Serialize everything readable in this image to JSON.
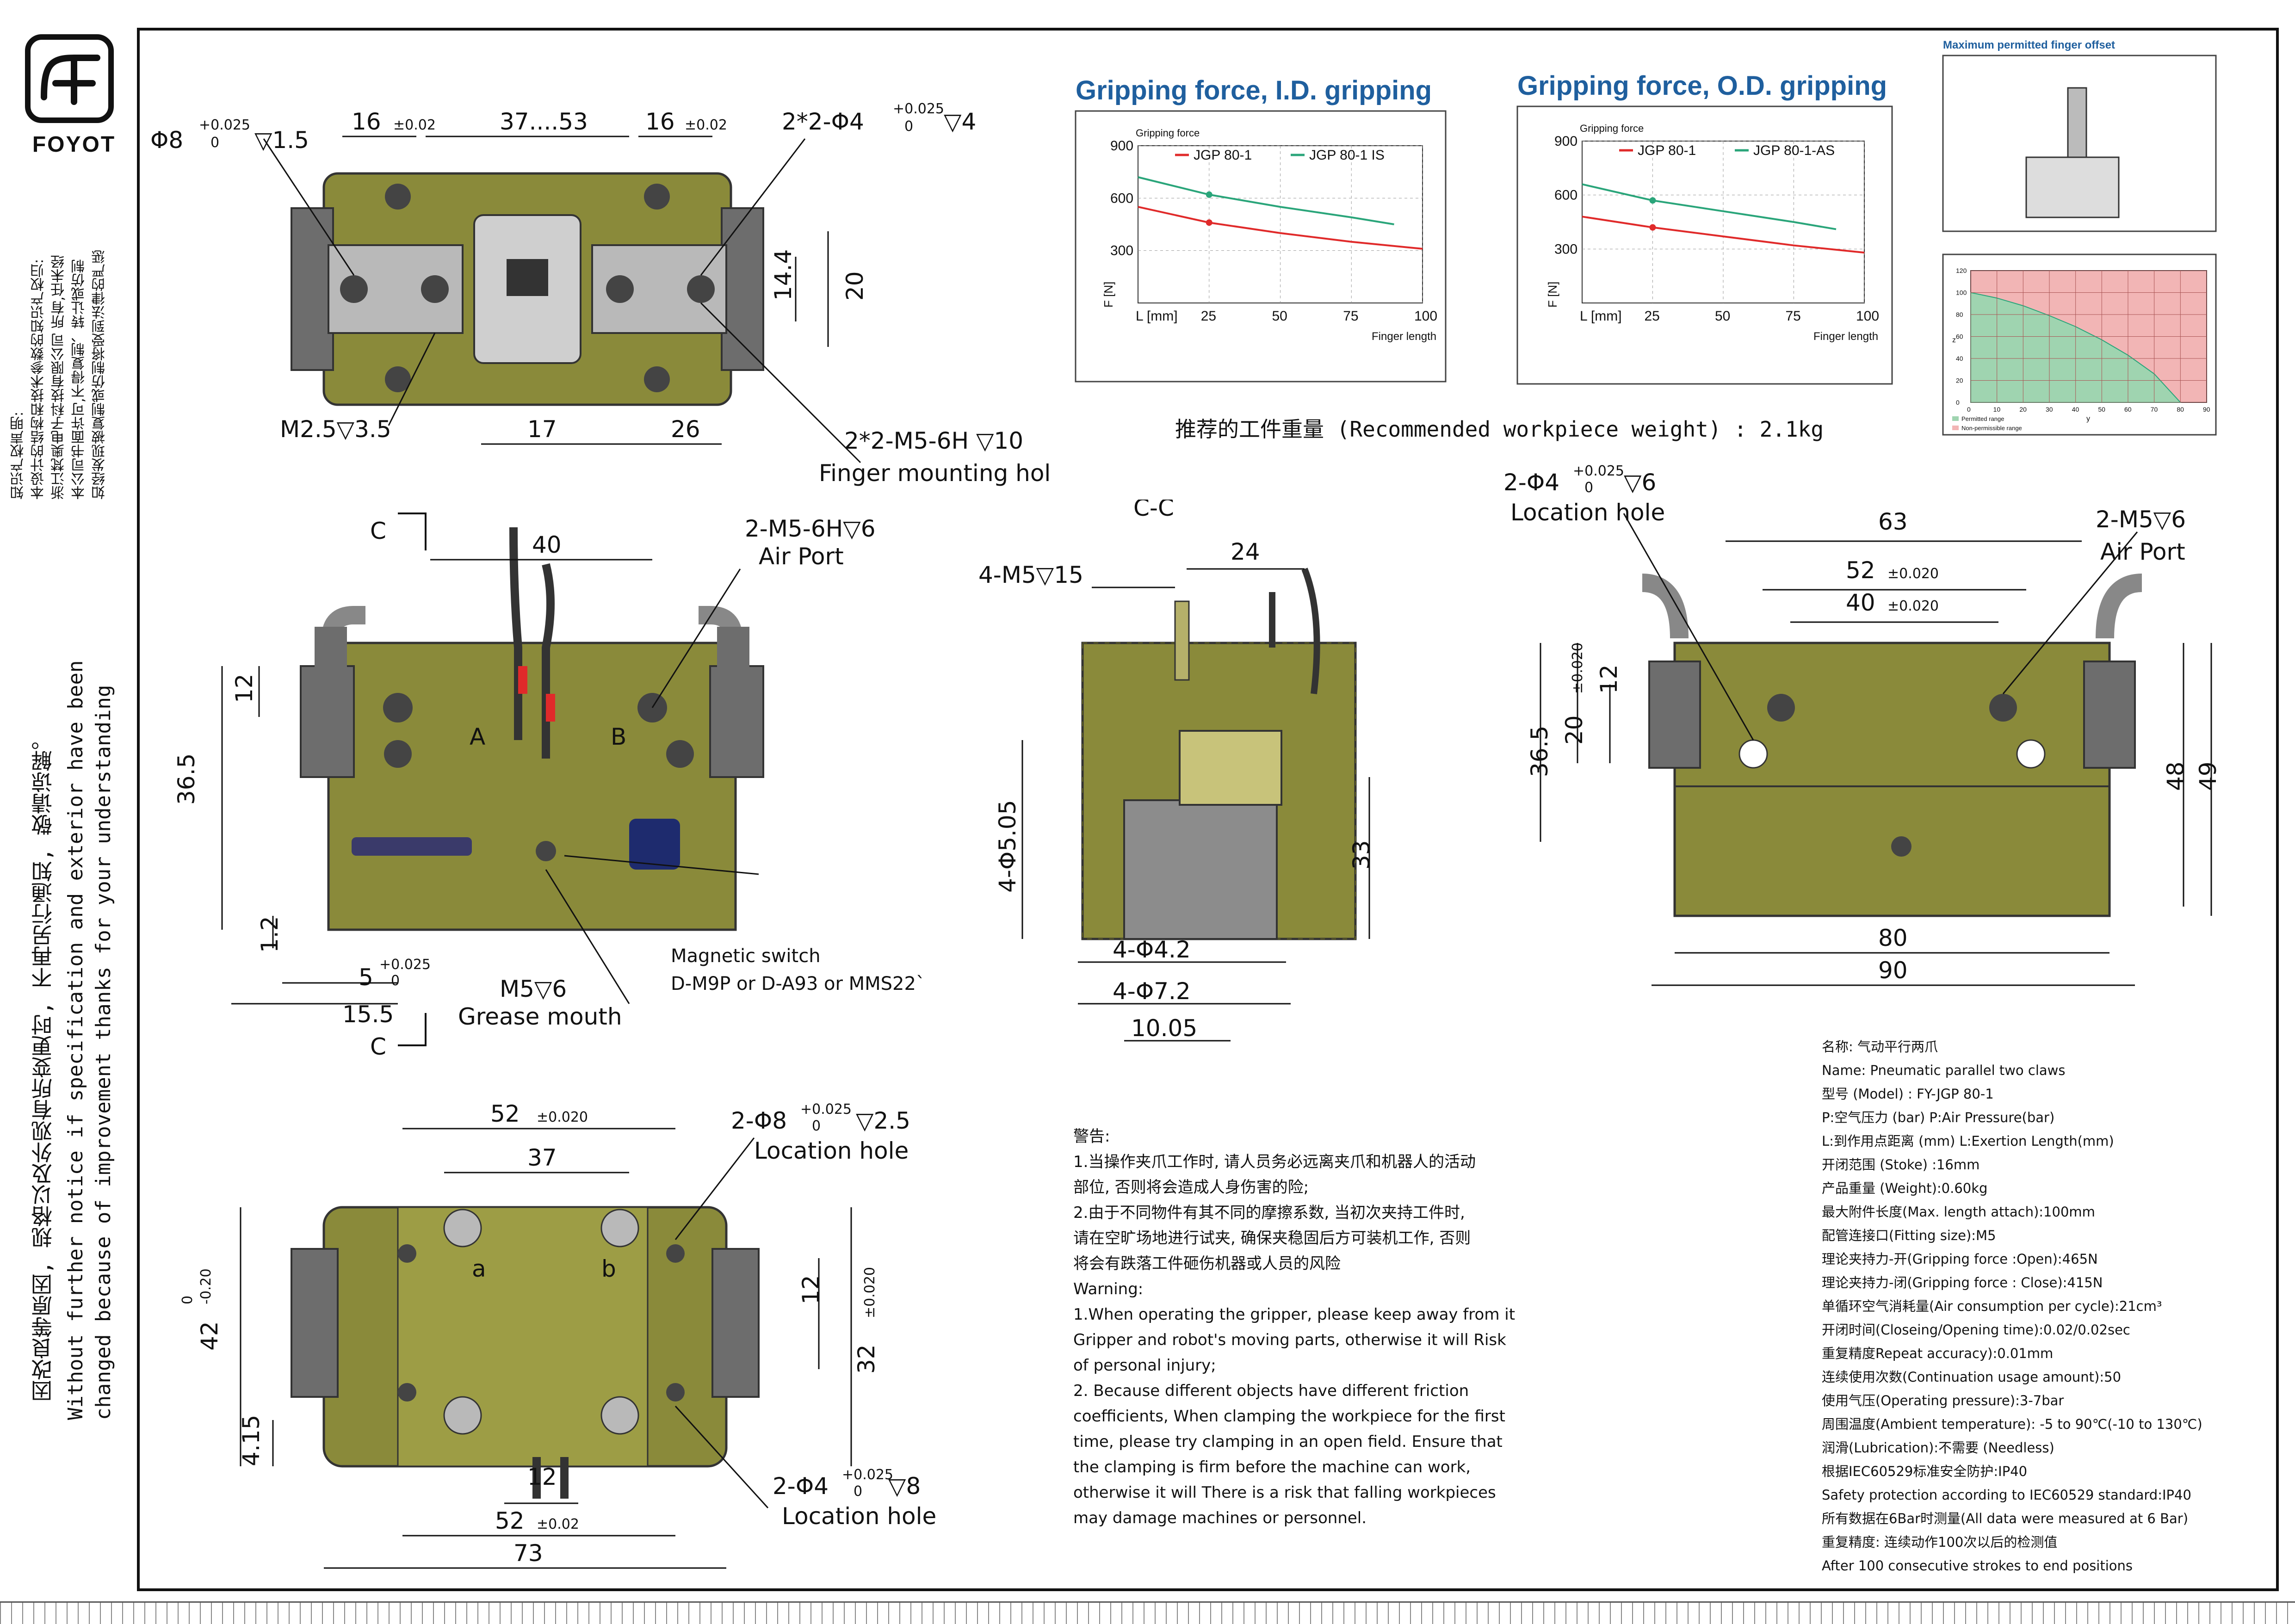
{
  "brand": {
    "logo_text": "FOYOT"
  },
  "side_notes": {
    "ip_title": "知识产权声明:",
    "ip_lines": [
      "本设计的结构和技术参数的知识产权归:",
      "浙江梵奥电子科技有限公司 所有,任未经",
      "本公司书面许可,不得复制、转让或仿制",
      "如经发现被复制或仿制将受到法律的严惩"
    ],
    "notice_cn": "因改良等原因, 规格以及外观有所变更时, 不再另行通知, 敬请谅解。",
    "notice_en_1": "Without further  notice if specification and exterior have been",
    "notice_en_2": "changed because of improvement thanks for your understanding"
  },
  "top_view": {
    "d8": "Φ8",
    "d8_tol_top": "+0.025",
    "d8_tol_bot": "0",
    "d8_depth": "▽1.5",
    "d16a": "16",
    "tol002a": "±0.02",
    "range": "37....53",
    "d16b": "16",
    "tol002b": "±0.02",
    "holes": "2*2-Φ4",
    "holes_tol_top": "+0.025",
    "holes_tol_bot": "0",
    "holes_depth": "▽4",
    "v144": "14.4",
    "v20": "20",
    "m25": "M2.5▽3.5",
    "d17": "17",
    "d26": "26",
    "finger_thread": "2*2-M5-6H ▽10",
    "finger_label": "Finger mounting hole"
  },
  "front_view": {
    "section_mark": "C",
    "w40": "40",
    "airport_thread": "2-M5-6H▽6",
    "airport_label": "Air Port",
    "h12": "12",
    "h365": "36.5",
    "port_a": "A",
    "port_b": "B",
    "h12b": "1.2",
    "d5": "5",
    "d5_tol_top": "+0.025",
    "d5_tol_bot": "0",
    "d155": "15.5",
    "grease_thread": "M5▽6",
    "grease_label": "Grease mouth",
    "switch_label": "Magnetic switch",
    "switch_models": "D-M9P or D-A93 or MMS22`"
  },
  "section_view": {
    "title": "C-C",
    "w24": "24",
    "m5": "4-M5▽15",
    "d505": "4-Φ5.05",
    "h33": "33",
    "d42": "4-Φ4.2",
    "d72": "4-Φ7.2",
    "w1005": "10.05"
  },
  "right_view": {
    "holes": "2-Φ4",
    "holes_tol_top": "+0.025",
    "holes_tol_bot": "0",
    "holes_depth": "▽6",
    "location_label": "Location hole",
    "w63": "63",
    "w52": "52",
    "tol52": "±0.020",
    "w40": "40",
    "tol40": "±0.020",
    "airport_thread": "2-M5▽6",
    "airport_label": "Air Port",
    "h12": "12",
    "h20": "20",
    "tol20": "±0.020",
    "h365": "36.5",
    "h48": "48",
    "h49": "49",
    "w80": "80",
    "w90": "90"
  },
  "bottom_view": {
    "w52": "52",
    "tol52": "±0.020",
    "w37": "37",
    "d8": "2-Φ8",
    "d8_tol_top": "+0.025",
    "d8_tol_bot": "0",
    "d8_depth": "▽2.5",
    "loc_label_1": "Location hole",
    "h42": "42",
    "h42_tol_top": "0",
    "h42_tol_bot": "-0.20",
    "h12": "12",
    "h32": "32",
    "tol32": "±0.020",
    "h415": "4.15",
    "label_a": "a",
    "label_b": "b",
    "w12": "12",
    "w52b": "52",
    "tol52b": "±0.02",
    "w73": "73",
    "d4": "2-Φ4",
    "d4_tol_top": "+0.025",
    "d4_tol_bot": "0",
    "d4_depth": "▽8",
    "loc_label_2": "Location hole"
  },
  "recommend": "推荐的工件重量 (Recommended workpiece weight) : 2.1kg",
  "chart_data": [
    {
      "type": "line",
      "title": "Gripping force, I.D. gripping",
      "ylabel": "F [N]",
      "ylabel_top": "Gripping force",
      "xlabel": "L [mm]",
      "xlabel_right": "Finger length",
      "x_ticks": [
        25,
        50,
        75,
        100
      ],
      "y_ticks": [
        300,
        600,
        900
      ],
      "xlim": [
        0,
        100
      ],
      "ylim": [
        0,
        900
      ],
      "series": [
        {
          "name": "JGP 80-1",
          "color": "#e02a2a",
          "x": [
            0,
            25,
            50,
            75,
            100
          ],
          "values": [
            550,
            460,
            400,
            350,
            310
          ]
        },
        {
          "name": "JGP 80-1 IS",
          "color": "#2aa57a",
          "x": [
            0,
            25,
            50,
            75,
            90
          ],
          "values": [
            720,
            620,
            550,
            490,
            450
          ]
        }
      ]
    },
    {
      "type": "line",
      "title": "Gripping force, O.D. gripping",
      "ylabel": "F [N]",
      "ylabel_top": "Gripping force",
      "xlabel": "L [mm]",
      "xlabel_right": "Finger length",
      "x_ticks": [
        25,
        50,
        75,
        100
      ],
      "y_ticks": [
        300,
        600,
        900
      ],
      "xlim": [
        0,
        100
      ],
      "ylim": [
        0,
        900
      ],
      "series": [
        {
          "name": "JGP 80-1",
          "color": "#e02a2a",
          "x": [
            0,
            25,
            50,
            75,
            100
          ],
          "values": [
            480,
            420,
            370,
            320,
            280
          ]
        },
        {
          "name": "JGP 80-1-AS",
          "color": "#2aa57a",
          "x": [
            0,
            25,
            50,
            75,
            90
          ],
          "values": [
            660,
            570,
            510,
            450,
            410
          ]
        }
      ]
    },
    {
      "type": "area",
      "title": "Maximum permitted finger offset",
      "ylabel": "z",
      "xlabel": "y",
      "x_ticks": [
        0,
        10,
        20,
        30,
        40,
        50,
        60,
        70,
        80,
        90
      ],
      "y_ticks": [
        0,
        20,
        40,
        60,
        80,
        100,
        120
      ],
      "xlim": [
        0,
        90
      ],
      "ylim": [
        0,
        120
      ],
      "series": [
        {
          "name": "Permitted range",
          "color": "#9fd4b0",
          "x": [
            0,
            10,
            20,
            30,
            40,
            50,
            60,
            70,
            80
          ],
          "values": [
            100,
            95,
            88,
            79,
            69,
            57,
            43,
            26,
            0
          ]
        }
      ],
      "legend": [
        "Permitted range",
        "Non-permissible range"
      ],
      "non_permitted_color": "#f2b5b5"
    }
  ],
  "warning": {
    "title": "警告:",
    "cn_1": "1.当操作夹爪工作时, 请人员务必远离夹爪和机器人的活动",
    "cn_2": "部位, 否则将会造成人身伤害的险;",
    "cn_3": "2.由于不同物件有其不同的摩擦系数, 当初次夹持工件时,",
    "cn_4": "请在空旷场地进行试夹, 确保夹稳固后方可装机工作, 否则",
    "cn_5": "将会有跌落工件砸伤机器或人员的风险",
    "en_title": "Warning:",
    "en_1": "1.When operating the gripper, please keep away from it",
    "en_2": "Gripper and robot's moving parts, otherwise it will Risk",
    "en_3": "of personal injury;",
    "en_4": "2. Because different objects have different friction",
    "en_5": "coefficients, When clamping the workpiece for the first",
    "en_6": "time, please try clamping in an open field. Ensure that",
    "en_7": "the clamping is firm before the machine can work,",
    "en_8": "otherwise it will There is a risk that falling workpieces",
    "en_9": "may damage machines or personnel."
  },
  "specs": [
    "名称: 气动平行两爪",
    "Name: Pneumatic parallel two claws",
    "型号 (Model) : FY-JGP 80-1",
    "P:空气压力 (bar) P:Air Pressure(bar)",
    "L:到作用点距离 (mm) L:Exertion Length(mm)",
    "开闭范围 (Stoke) :16mm",
    "产品重量 (Weight):0.60kg",
    "最大附件长度(Max. length attach):100mm",
    "配管连接口(Fitting size):M5",
    "理论夹持力-开(Gripping force :Open):465N",
    "理论夹持力-闭(Gripping force : Close):415N",
    "单循环空气消耗量(Air consumption per cycle):21cm³",
    "开闭时间(Closeing/Opening time):0.02/0.02sec",
    "重复精度Repeat accuracy):0.01mm",
    "连续使用次数(Continuation usage amount):50",
    "使用气压(Operating pressure):3-7bar",
    "周围温度(Ambient temperature): -5 to 90℃(-10 to 130℃)",
    "润滑(Lubrication):不需要 (Needless)",
    "根据IEC60529标准安全防护:IP40",
    "Safety protection according to IEC60529 standard:IP40",
    "所有数据在6Bar时测量(All data were measured at 6 Bar)",
    "重复精度: 连续动作100次以后的检测值",
    "After 100 consecutive strokes to end positions"
  ],
  "colors": {
    "body": "#8a8a3a",
    "body_dark": "#5f5f22",
    "steel": "#b9b9b9",
    "steel_dark": "#6d6d6d",
    "ink": "#111111",
    "chart_title": "#1f5f9e"
  }
}
